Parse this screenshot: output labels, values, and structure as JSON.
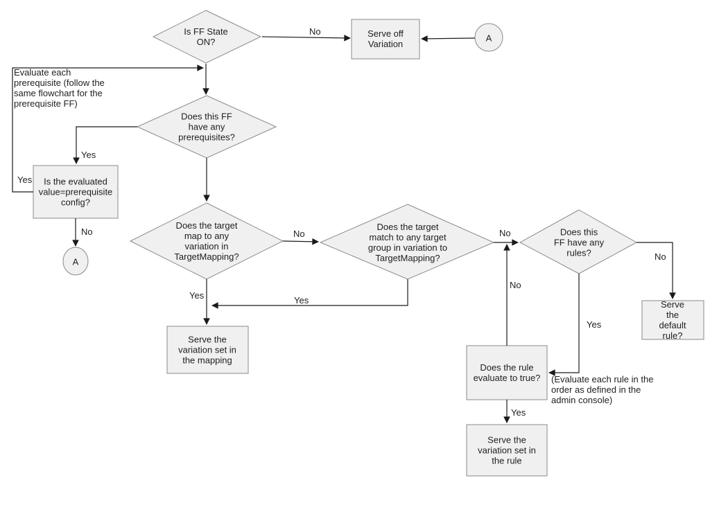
{
  "diagram": {
    "title": "Feature flag evaluation flowchart",
    "colors": {
      "background": "#ffffff",
      "node_fill": "#f0f0f0",
      "node_border": "#8a8a8a",
      "connector": "#1a1a1a",
      "text": "#202124"
    },
    "nodes": {
      "is_ff_state_on": {
        "label": "Is FF State\nON?"
      },
      "serve_off_variation": {
        "label": "Serve off\nVariation"
      },
      "connector_a_top": {
        "label": "A"
      },
      "has_prerequisites": {
        "label": "Does this FF\nhave any\nprerequisites?"
      },
      "evaluated_value": {
        "label": "Is the evaluated\nvalue=prerequisite\nconfig?"
      },
      "connector_a_bottom": {
        "label": "A"
      },
      "target_map_variation": {
        "label": "Does the target\nmap to any\nvariation in\nTargetMapping?"
      },
      "target_group_variation": {
        "label": "Does the target\nmatch to any target\ngroup in variation to\nTargetMapping?"
      },
      "has_rules": {
        "label": "Does this\nFF have any\nrules?"
      },
      "serve_mapping": {
        "label": "Serve the\nvariation set in\nthe mapping"
      },
      "serve_default_rule": {
        "label": "Serve the\ndefault rule?"
      },
      "rule_evaluates_true": {
        "label": "Does the rule\nevaluate to true?"
      },
      "serve_rule": {
        "label": "Serve the\nvariation set in\nthe rule"
      }
    },
    "edge_labels": {
      "ffstate_no": "No",
      "eval_loop_yes": "Yes",
      "prereq_yes": "Yes",
      "eval_no": "No",
      "targetmap_no": "No",
      "targetmap_yes": "Yes",
      "targetgroup_yes": "Yes",
      "targetgroup_no": "No",
      "rules_no": "No",
      "rules_yes": "Yes",
      "ruleeval_no": "No",
      "ruleeval_yes": "Yes"
    },
    "annotations": {
      "prerequisite_note": "Evaluate each\nprerequisite (follow the\nsame flowchart for the\nprerequisite FF)",
      "rule_order_note": "(Evaluate each rule in the\norder as defined in the\nadmin console)"
    }
  }
}
